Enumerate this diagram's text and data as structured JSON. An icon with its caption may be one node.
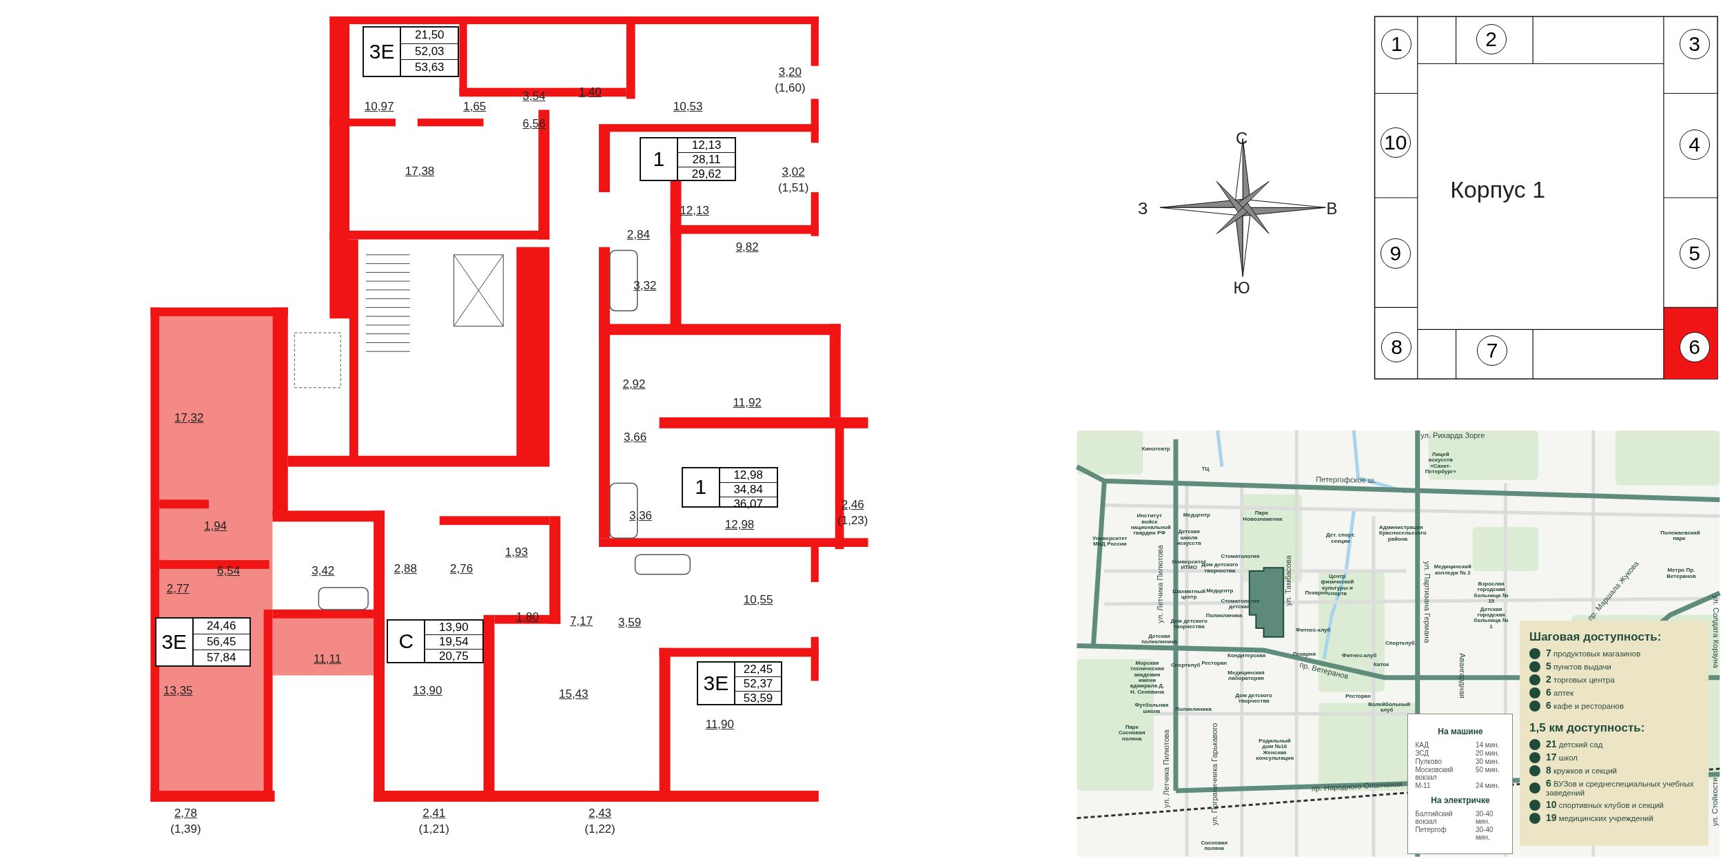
{
  "diagram": {
    "nodes": [
      {
        "text": [
          "3Е",
          "21,50",
          "52,03",
          "53,63"
        ]
      },
      {
        "text": [
          "1",
          "12,13",
          "28,11",
          "29,62"
        ]
      },
      {
        "text": [
          "1",
          "12,98",
          "34,84",
          "36,07"
        ]
      },
      {
        "text": [
          "3Е",
          "24,46",
          "56,45",
          "57,84"
        ]
      },
      {
        "text": [
          "С",
          "13,90",
          "19,54",
          "20,75"
        ]
      },
      {
        "text": [
          "3Е",
          "22,45",
          "52,37",
          "53,59"
        ]
      },
      {
        "text": [
          "1"
        ]
      },
      {
        "text": [
          "2"
        ]
      },
      {
        "text": [
          "3"
        ]
      },
      {
        "text": [
          "10"
        ]
      },
      {
        "text": [
          "4"
        ]
      },
      {
        "text": [
          "9"
        ]
      },
      {
        "text": [
          "5"
        ]
      },
      {
        "text": [
          "8"
        ]
      },
      {
        "text": [
          "7"
        ]
      },
      {
        "text": [
          "6"
        ]
      },
      {
        "text": [
          "Шаговая доступность:",
          "**7** продуктовых магазинов",
          "**5** пунктов выдачи",
          "**2** торговых центра",
          "**6** аптек",
          "**6** кафе и ресторанов",
          "1,5 км доступность:",
          "**21** детский сад",
          "**17** школ",
          "**8** кружков и секций",
          "**6** ВУЗов и среднеспециальных учебных заведений",
          "**10** спортивных клубов и секций",
          "**19** медицинских учреждений"
        ]
      },
      {
        "text": [
          "На машине",
          "КАД",
          "14 мин.",
          "ЗСД",
          "20 мин.",
          "Пулково",
          "30 мин.",
          "Московский вокзал",
          "50 мин.",
          "М-11",
          "24 мин.",
          "На электричке",
          "Балтийский вокзал",
          "30-40 мин.",
          "Петергоф",
          "30-40 мин."
        ]
      }
    ],
    "labels": [
      "10,97",
      "1,65",
      "3,54",
      "1,40",
      "10,53",
      "3,20",
      "(1,60)",
      "6,56",
      "17,38",
      "12,13",
      "3,02",
      "(1,51)",
      "2,84",
      "9,82",
      "3,32",
      "2,92",
      "11,92",
      "17,32",
      "3,66",
      "1,94",
      "3,36",
      "12,98",
      "2,46",
      "(1,23)",
      "1,93",
      "6,54",
      "3,42",
      "2,88",
      "2,76",
      "2,77",
      "10,55",
      "1,80",
      "7,17",
      "3,59",
      "11,11",
      "13,35",
      "13,90",
      "15,43",
      "11,90",
      "2,78",
      "(1,39)",
      "2,41",
      "(1,21)",
      "2,43",
      "(1,22)",
      "С",
      "З",
      "В",
      "Ю",
      "Корпус 1",
      "ул. Рихарда Зорге",
      "Петергофское ш.",
      "ул. Летчика Пилютова",
      "ул. Тамбасова",
      "ул. Партизана Германа",
      "пр. Маршала Жукова",
      "ул. Солдата Корзуна",
      "пр. Ветеранов",
      "ул. Стойкости",
      "Авангардная",
      "ул. Летчика Пилютова",
      "ул. Пограничника Гарькавого",
      "пр. Народного Ополчения",
      "Кинотеатр",
      "ТЦ",
      "Лицей искусств «Санкт-Петербург»",
      "Парк Новознаменка",
      "Университет МВД России",
      "Институт войск национальной гвардии РФ",
      "Медцентр",
      "Детская школа искусств",
      "Стоматология",
      "Университет ИТМО",
      "Дом детского творчества",
      "Шахматный центр",
      "Медцентр",
      "Стоматология детская",
      "Поликлиника",
      "Дом детского творчества",
      "Детская поликлиника",
      "Дет. спорт. секции",
      "Администрация Красносельского района",
      "Центр физической культуры и спорта",
      "Пекарня",
      "Медицинский колледж № 2",
      "Метро Пр. Ветеранов",
      "Полежаевский парк",
      "Взрослая городская больница № 15",
      "Детская городская больница № 1",
      "Фитнес-клуб",
      "Спортклуб",
      "Фитнес-клуб",
      "Каток",
      "Кондитерская",
      "Пекарня",
      "Спортклуб",
      "Ресторан",
      "Медицинская лаборатория",
      "Морская техническая академия имени адмирала Д. Н. Сенявина",
      "Футбольная школа",
      "Поликлиника",
      "Дом детского творчества",
      "Ресторан",
      "Волейбольный клуб",
      "Родильный дом №16 Женская консультация",
      "Парк Сосновая поляна",
      "Сосновая поляна"
    ]
  }
}
